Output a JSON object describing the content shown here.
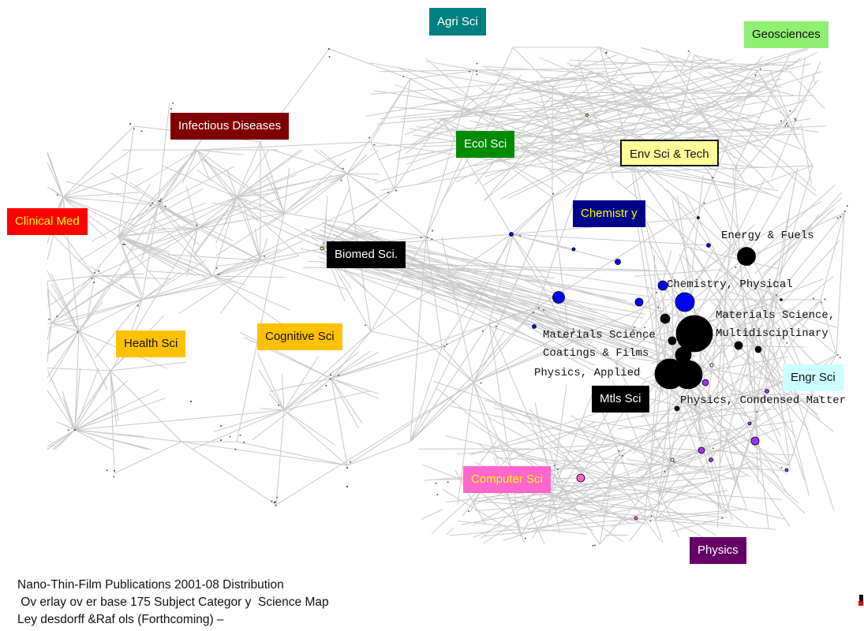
{
  "categories": {
    "agri_sci": {
      "label": "Agri Sci",
      "bg": "#008080",
      "fg": "#ffffff"
    },
    "geosciences": {
      "label": "Geosciences",
      "bg": "#90ee70",
      "fg": "#111111"
    },
    "infectious_diseases": {
      "label": "Infectious Diseases",
      "bg": "#800000",
      "fg": "#ffffff"
    },
    "ecol_sci": {
      "label": "Ecol Sci",
      "bg": "#008a00",
      "fg": "#ffffff"
    },
    "env_sci_tech": {
      "label": "Env Sci & Tech",
      "bg": "#ffff99",
      "fg": "#111111",
      "border": "#111111"
    },
    "chemistry": {
      "label": "Chemistr y",
      "bg": "#00008b",
      "fg": "#ffff00"
    },
    "clinical_med": {
      "label": "Clinical Med",
      "bg": "#ff0000",
      "fg": "#ffff00"
    },
    "biomed_sci": {
      "label": "Biomed Sci.",
      "bg": "#000000",
      "fg": "#ffffff"
    },
    "health_sci": {
      "label": "Health Sci",
      "bg": "#ffc000",
      "fg": "#111111"
    },
    "cognitive_sci": {
      "label": "Cognitive Sci",
      "bg": "#ffc000",
      "fg": "#111111"
    },
    "engr_sci": {
      "label": "Engr Sci",
      "bg": "#ccffff",
      "fg": "#111111"
    },
    "mtls_sci": {
      "label": "Mtls Sci",
      "bg": "#000000",
      "fg": "#ffffff"
    },
    "computer_sci": {
      "label": "Computer Sci",
      "bg": "#ff66cc",
      "fg": "#ffff00"
    },
    "physics": {
      "label": "Physics",
      "bg": "#660066",
      "fg": "#ffffff"
    }
  },
  "node_labels": {
    "energy_fuels": "Energy & Fuels",
    "chemistry_physical": "Chemistry, Physical",
    "materials_multi_1": "Materials Science,",
    "materials_multi_2": "Multidisciplinary",
    "materials_coatings_1": "Materials Science",
    "materials_coatings_2": "Coatings & Films",
    "physics_applied": "Physics, Applied",
    "physics_condensed": "Physics, Condensed Matter"
  },
  "footer": {
    "line1": "Nano-Thin-Film Publications 2001-08 Distribution",
    "line2": " Ov erlay ov er base 175 Subject Categor y  Science Map",
    "line3": "Ley desdorff &Raf ols (Forthcoming) –"
  },
  "colors": {
    "edge": "#c8c8c8",
    "chemistry_node": "#0000ff",
    "materials_node": "#000000",
    "physics_node": "#9933ff",
    "computer_node": "#ff66cc"
  }
}
